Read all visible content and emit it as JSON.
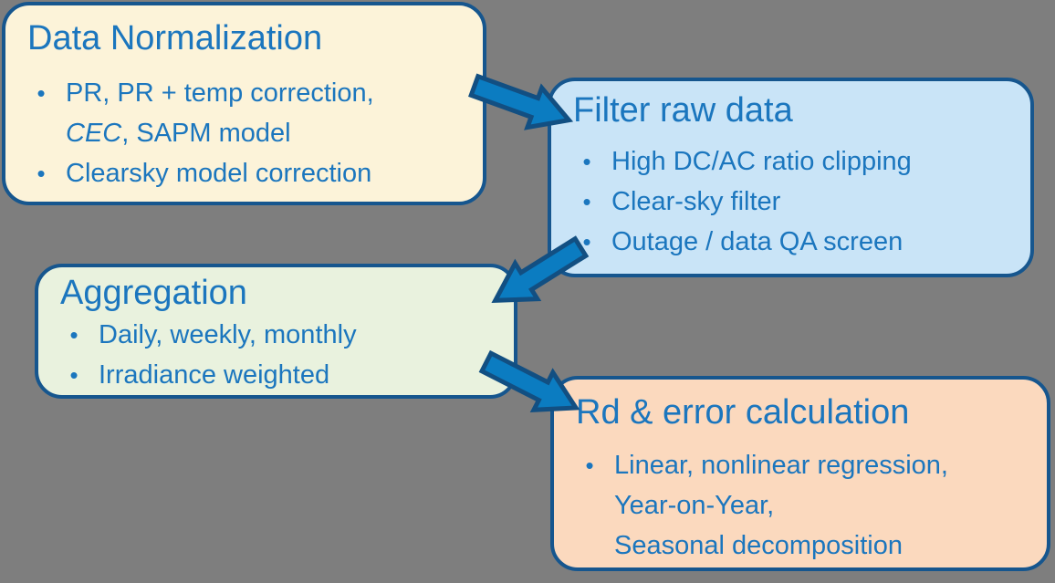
{
  "colors": {
    "background": "#7E7E7E",
    "box_border": "#16568E",
    "text": "#1B76BE",
    "arrow_fill": "#0B7CC1",
    "arrow_outline": "#124F82"
  },
  "bullet_char": "•",
  "boxes": [
    {
      "id": "data-normalization",
      "title": "Data Normalization",
      "fill": "#FCF3D9",
      "bullet1": {
        "line1": "PR, PR + temp correction,",
        "line2_italic": "CEC",
        "line2_rest": ", SAPM model"
      },
      "bullet2": {
        "line1": "Clearsky model correction"
      }
    },
    {
      "id": "filter-raw-data",
      "title": "Filter raw data",
      "fill": "#C9E4F7",
      "bullet1": {
        "line1": "High DC/AC ratio clipping"
      },
      "bullet2": {
        "line1": "Clear-sky filter"
      },
      "bullet3": {
        "line1": "Outage / data QA screen"
      }
    },
    {
      "id": "aggregation",
      "title": "Aggregation",
      "fill": "#E9F2DE",
      "bullet1": {
        "line1": "Daily, weekly, monthly"
      },
      "bullet2": {
        "line1": "Irradiance weighted"
      }
    },
    {
      "id": "rd-error-calculation",
      "title": "Rd & error calculation",
      "fill": "#FBD9BE",
      "bullet1": {
        "line1": "Linear, nonlinear regression,",
        "line2": "Year-on-Year,",
        "line3": "Seasonal decomposition"
      }
    }
  ],
  "arrows": [
    {
      "id": "normalization-to-filter",
      "from": "Data Normalization",
      "to": "Filter raw data"
    },
    {
      "id": "filter-to-aggregation",
      "from": "Filter raw data",
      "to": "Aggregation"
    },
    {
      "id": "aggregation-to-rd",
      "from": "Aggregation",
      "to": "Rd & error calculation"
    }
  ]
}
